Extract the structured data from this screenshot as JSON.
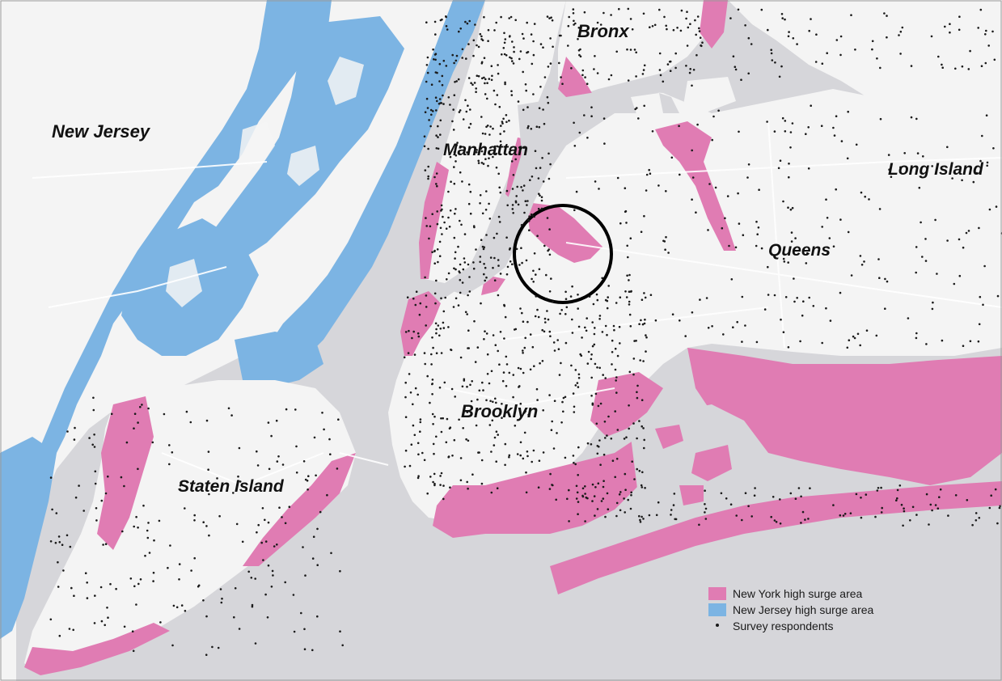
{
  "map": {
    "labels": {
      "new_jersey": "New Jersey",
      "bronx": "Bronx",
      "manhattan": "Manhattan",
      "long_island": "Long Island",
      "queens": "Queens",
      "brooklyn": "Brooklyn",
      "staten_island": "Staten Island"
    },
    "colors": {
      "water": "#d6d6da",
      "land": "#f4f4f4",
      "ny_surge": "#e07cb3",
      "nj_surge": "#7cb4e3",
      "respondent": "#1a1a1a",
      "road": "#ffffff",
      "highlight_circle": "#000000"
    },
    "legend": {
      "items": [
        {
          "label": "New York high surge area",
          "swatch": "#e07cb3",
          "kind": "square"
        },
        {
          "label": "New Jersey high surge area",
          "swatch": "#7cb4e3",
          "kind": "square"
        },
        {
          "label": "Survey respondents",
          "swatch": "#1a1a1a",
          "kind": "dot"
        }
      ]
    }
  }
}
